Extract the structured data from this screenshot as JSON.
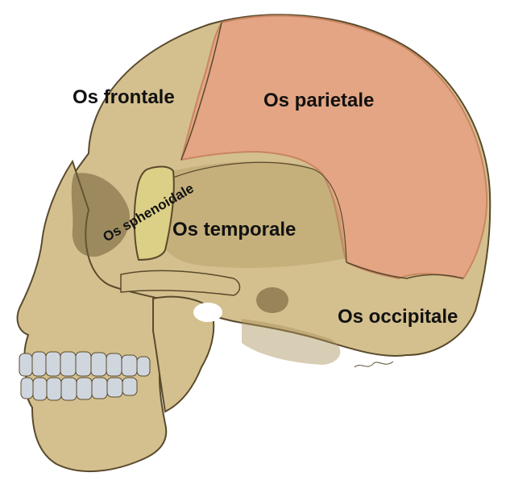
{
  "labels": {
    "frontal": "Os frontale",
    "parietal": "Os parietale",
    "sphenoid": "Os sphenoidale",
    "temporal": "Os temporale",
    "occipital": "Os occipitale"
  },
  "colors": {
    "background": "#ffffff",
    "bone": "#d4c08e",
    "bone_shadow": "#a8915c",
    "bone_dark": "#6e5c36",
    "parietal": "#e3a583",
    "parietal_edge": "#c98561",
    "sphenoid": "#dccf86",
    "teeth": "#cfd6de",
    "outline": "#5a4a2c",
    "label_text": "#111111"
  }
}
